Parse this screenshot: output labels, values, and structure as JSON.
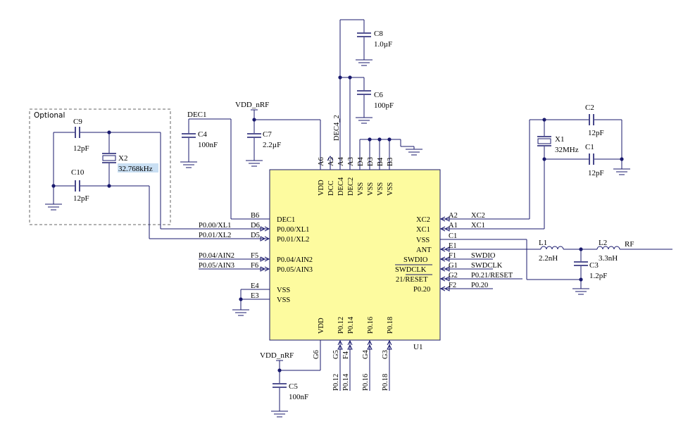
{
  "optional_box": {
    "label": "Optional"
  },
  "ic": {
    "ref": "U1",
    "top_pins": [
      {
        "num": "A6",
        "name": "VDD"
      },
      {
        "num": "A5",
        "name": "DCC"
      },
      {
        "num": "A4",
        "name": "DEC4"
      },
      {
        "num": "A3",
        "name": "DEC2"
      },
      {
        "num": "D4",
        "name": "VSS"
      },
      {
        "num": "D3",
        "name": "VSS"
      },
      {
        "num": "B4",
        "name": "VSS"
      },
      {
        "num": "B3",
        "name": "VSS"
      }
    ],
    "left_pins": [
      {
        "num": "B6",
        "name": "DEC1",
        "net": ""
      },
      {
        "num": "D6",
        "name": "P0.00/XL1",
        "net": "P0.00/XL1"
      },
      {
        "num": "D5",
        "name": "P0.01/XL2",
        "net": "P0.01/XL2"
      },
      {
        "num": "F5",
        "name": "P0.04/AIN2",
        "net": "P0.04/AIN2"
      },
      {
        "num": "F6",
        "name": "P0.05/AIN3",
        "net": "P0.05/AIN3"
      },
      {
        "num": "E4",
        "name": "VSS",
        "net": ""
      },
      {
        "num": "E3",
        "name": "VSS",
        "net": ""
      }
    ],
    "right_pins": [
      {
        "num": "A2",
        "name": "XC2",
        "net": "XC2"
      },
      {
        "num": "A1",
        "name": "XC1",
        "net": "XC1"
      },
      {
        "num": "C1",
        "name": "VSS",
        "net": ""
      },
      {
        "num": "E1",
        "name": "ANT",
        "net": ""
      },
      {
        "num": "F1",
        "name": "SWDIO",
        "net": "SWDIO"
      },
      {
        "num": "G1",
        "name": "SWDCLK",
        "net": "SWDCLK"
      },
      {
        "num": "G2",
        "name": "21/RESET",
        "net": "P0.21/RESET"
      },
      {
        "num": "F2",
        "name": "P0.20",
        "net": "P0.20"
      }
    ],
    "bottom_pins": [
      {
        "num": "G6",
        "name": "VDD",
        "net": ""
      },
      {
        "num": "G5",
        "name": "P0.12",
        "net": "P0.12"
      },
      {
        "num": "F4",
        "name": "P0.14",
        "net": "P0.14"
      },
      {
        "num": "G4",
        "name": "P0.16",
        "net": "P0.16"
      },
      {
        "num": "G3",
        "name": "P0.18",
        "net": "P0.18"
      }
    ]
  },
  "nets": {
    "dec1": "DEC1",
    "vdd_top": "VDD_nRF",
    "vdd_bottom": "VDD_nRF",
    "dec4_2": "DEC4_2",
    "rf": "RF"
  },
  "components": {
    "C9": {
      "ref": "C9",
      "value": "12pF"
    },
    "C10": {
      "ref": "C10",
      "value": "12pF"
    },
    "X2": {
      "ref": "X2",
      "value": "32.768kHz"
    },
    "C4": {
      "ref": "C4",
      "value": "100nF"
    },
    "C7": {
      "ref": "C7",
      "value": "2.2µF"
    },
    "C8": {
      "ref": "C8",
      "value": "1.0µF"
    },
    "C6": {
      "ref": "C6",
      "value": "100pF"
    },
    "X1": {
      "ref": "X1",
      "value": "32MHz"
    },
    "C2": {
      "ref": "C2",
      "value": "12pF"
    },
    "C1": {
      "ref": "C1",
      "value": "12pF"
    },
    "L1": {
      "ref": "L1",
      "value": "2.2nH"
    },
    "L2": {
      "ref": "L2",
      "value": "3.3nH"
    },
    "C3": {
      "ref": "C3",
      "value": "1.2pF"
    },
    "C5": {
      "ref": "C5",
      "value": "100nF"
    }
  },
  "colors": {
    "wire": "#1a1a6e",
    "chip_fill": "#fdfb9f",
    "highlight": "#c9dff3"
  }
}
